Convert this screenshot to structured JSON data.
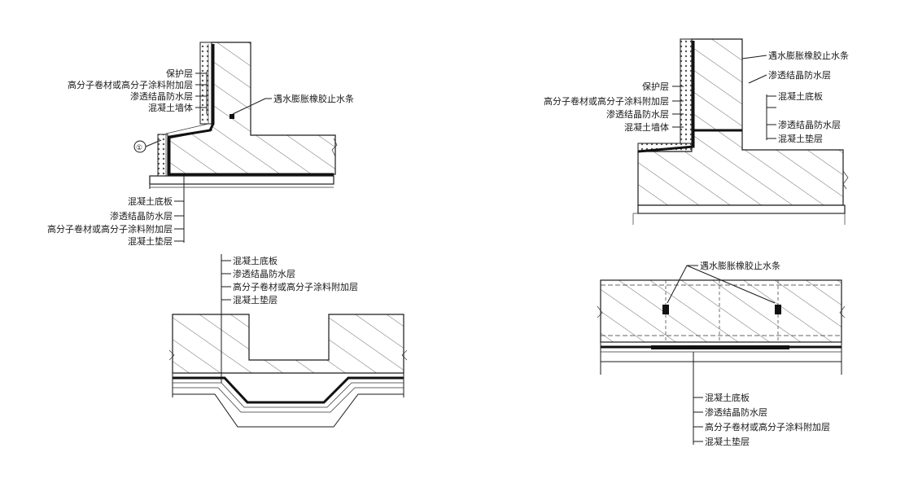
{
  "detail_tl": {
    "top_labels": [
      "保护层",
      "高分子卷材或高分子涂料附加层",
      "渗透结晶防水层",
      "混凝土墙体"
    ],
    "waterstop": "遇水膨胀橡胶止水条",
    "marker": "①",
    "bottom_labels": [
      "混凝土底板",
      "渗透结晶防水层",
      "高分子卷材或高分子涂料附加层",
      "混凝土垫层"
    ]
  },
  "detail_tr": {
    "right_labels": [
      "遇水膨胀橡胶止水条",
      "渗透结晶防水层",
      "混凝土底板",
      "渗透结晶防水层",
      "混凝土垫层"
    ],
    "left_labels": [
      "保护层",
      "高分子卷材或高分子涂料附加层",
      "渗透结晶防水层",
      "混凝土墙体"
    ]
  },
  "detail_bl": {
    "labels": [
      "混凝土底板",
      "渗透结晶防水层",
      "高分子卷材或高分子涂料附加层",
      "混凝土垫层"
    ]
  },
  "detail_br": {
    "waterstop": "遇水膨胀橡胶止水条",
    "labels": [
      "混凝土底板",
      "渗透结晶防水层",
      "高分子卷材或高分子涂料附加层",
      "混凝土垫层"
    ]
  }
}
